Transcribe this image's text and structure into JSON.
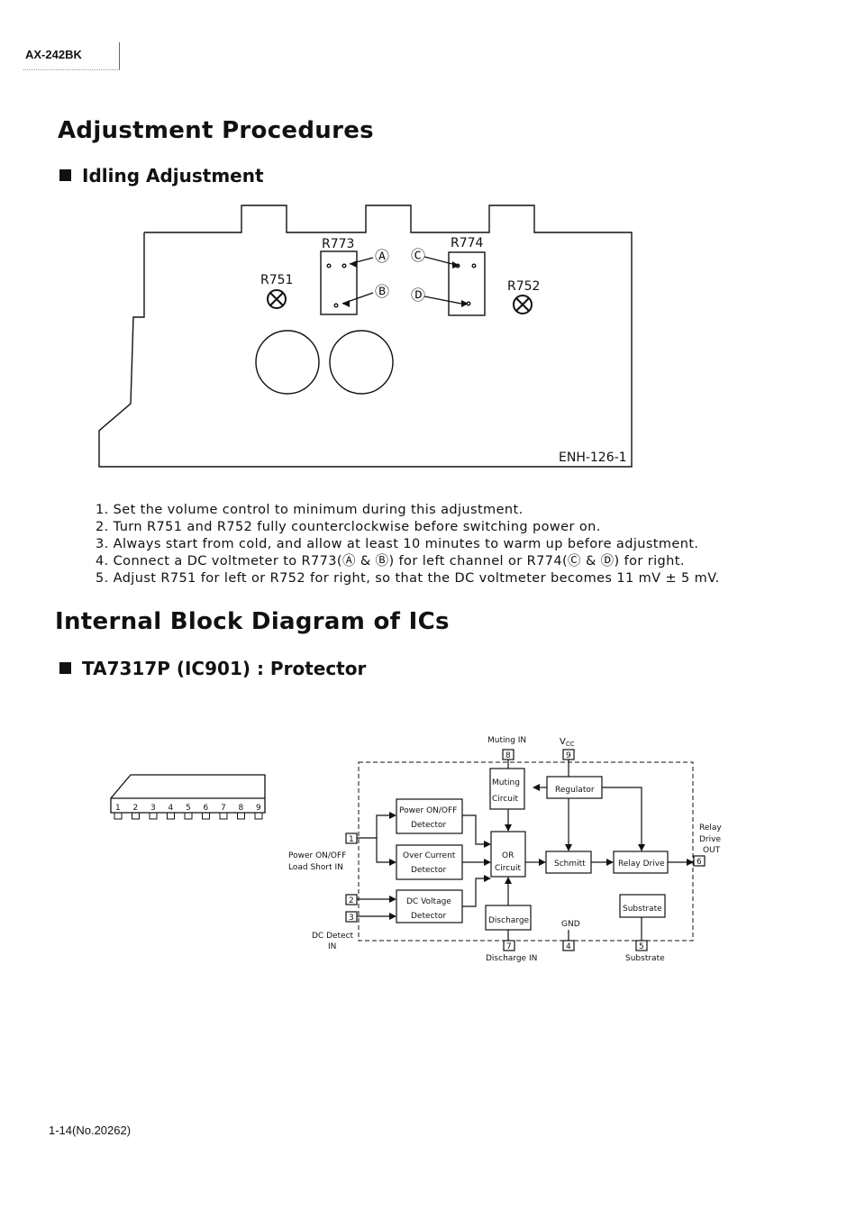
{
  "header": {
    "model": "AX-242BK"
  },
  "section1": {
    "title": "Adjustment Procedures",
    "subtitle": "Idling Adjustment"
  },
  "board": {
    "r773": "R773",
    "r774": "R774",
    "r751": "R751",
    "r752": "R752",
    "pt_a": "Ⓐ",
    "pt_b": "Ⓑ",
    "pt_c": "Ⓒ",
    "pt_d": "Ⓓ",
    "board_id": "ENH-126-1"
  },
  "steps": [
    "1. Set the volume control to minimum during this adjustment.",
    "2. Turn R751 and R752 fully counterclockwise before switching power on.",
    "3. Always start from cold, and allow at least 10 minutes to warm up before adjustment.",
    "4. Connect a DC voltmeter to R773(Ⓐ & Ⓑ) for left channel or R774(Ⓒ & Ⓓ) for right.",
    "5. Adjust R751 for left or R752 for right, so that the DC voltmeter becomes 11 mV ± 5 mV."
  ],
  "section2": {
    "title": "Internal Block Diagram of ICs",
    "subtitle": "TA7317P (IC901) : Protector"
  },
  "ic_pins": [
    "1",
    "2",
    "3",
    "4",
    "5",
    "6",
    "7",
    "8",
    "9"
  ],
  "diagram": {
    "muting_in": "Muting IN",
    "vcc": "V",
    "vcc_sub": "CC",
    "pin8": "8",
    "pin9": "9",
    "muting_circuit_1": "Muting",
    "muting_circuit_2": "Circuit",
    "regulator": "Regulator",
    "power_onoff_det_1": "Power ON/OFF",
    "power_onoff_det_2": "Detector",
    "over_current_1": "Over Current",
    "over_current_2": "Detector",
    "dc_voltage_1": "DC Voltage",
    "dc_voltage_2": "Detector",
    "or_1": "OR",
    "or_2": "Circuit",
    "schmitt": "Schmitt",
    "relay_drive": "Relay Drive",
    "discharge": "Discharge",
    "substrate_box": "Substrate",
    "pin1": "1",
    "pin2": "2",
    "pin3": "3",
    "pin4": "4",
    "pin5": "5",
    "pin6": "6",
    "pin7": "7",
    "power_onoff_in_1": "Power ON/OFF",
    "power_onoff_in_2": "Load Short IN",
    "dc_detect_1": "DC Detect",
    "dc_detect_2": "IN",
    "relay_out_1": "Relay",
    "relay_out_2": "Drive",
    "relay_out_3": "OUT",
    "gnd": "GND",
    "discharge_in": "Discharge IN",
    "substrate_pin": "Substrate"
  },
  "footer": {
    "page": "1-14(No.20262)"
  }
}
